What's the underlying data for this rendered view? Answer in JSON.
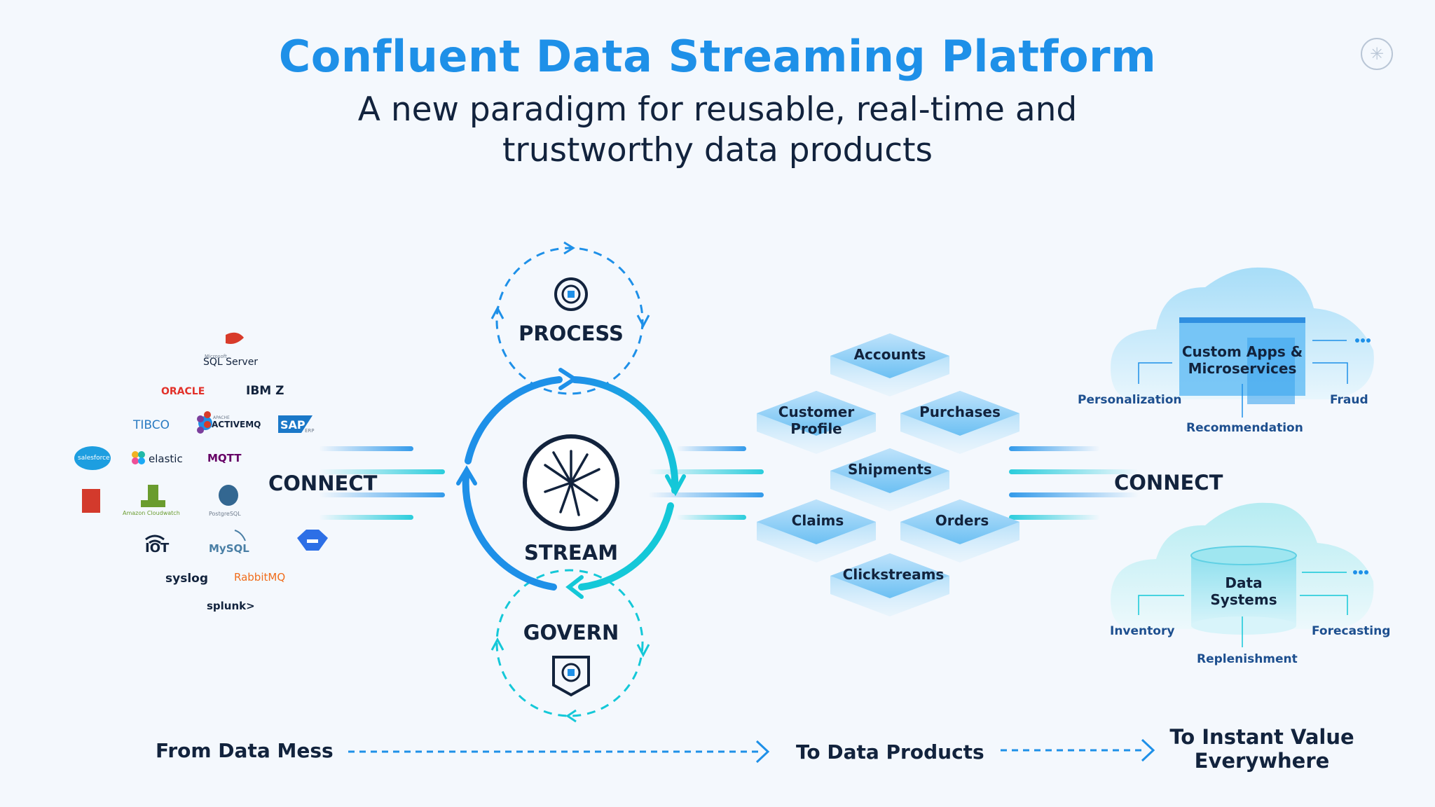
{
  "header": {
    "title": "Confluent Data Streaming Platform",
    "subtitle_line1": "A new paradigm for reusable, real-time and",
    "subtitle_line2": "trustworthy data products"
  },
  "cycle": {
    "process": "PROCESS",
    "stream": "STREAM",
    "govern": "GOVERN"
  },
  "connect_left": "CONNECT",
  "connect_right": "CONNECT",
  "sources": {
    "sqlserver_small": "Microsoft",
    "sqlserver": "SQL Server",
    "oracle": "ORACLE",
    "ibmz": "IBM Z",
    "tibco": "TIBCO",
    "activemq_small": "APACHE",
    "activemq": "ACTIVEMQ",
    "sap": "SAP",
    "sap_small": "ERP",
    "salesforce": "salesforce",
    "elastic": "elastic",
    "mqtt": "MQTT",
    "cloudwatch": "Amazon Cloudwatch",
    "postgres": "PostgreSQL",
    "iot": "IOT",
    "mysql": "MySQL",
    "syslog": "syslog",
    "rabbitmq": "RabbitMQ",
    "splunk": "splunk>"
  },
  "data_products": {
    "accounts": "Accounts",
    "customer_profile_1": "Customer",
    "customer_profile_2": "Profile",
    "purchases": "Purchases",
    "shipments": "Shipments",
    "claims": "Claims",
    "orders": "Orders",
    "clickstreams": "Clickstreams"
  },
  "cloud_apps": {
    "title_1": "Custom Apps &",
    "title_2": "Microservices",
    "left": "Personalization",
    "right": "Fraud",
    "bottom": "Recommendation"
  },
  "cloud_data": {
    "title_1": "Data",
    "title_2": "Systems",
    "left": "Inventory",
    "right": "Forecasting",
    "bottom": "Replenishment"
  },
  "footer": {
    "from": "From Data Mess",
    "to": "To Data Products",
    "instant_1": "To Instant Value",
    "instant_2": "Everywhere"
  },
  "colors": {
    "accent": "#1e90e8",
    "cyan": "#14c8d8",
    "navy": "#12233d"
  },
  "icons": [
    "process-icon",
    "stream-logo-icon",
    "govern-icon",
    "confluent-logo-icon",
    "cloud-icon"
  ]
}
